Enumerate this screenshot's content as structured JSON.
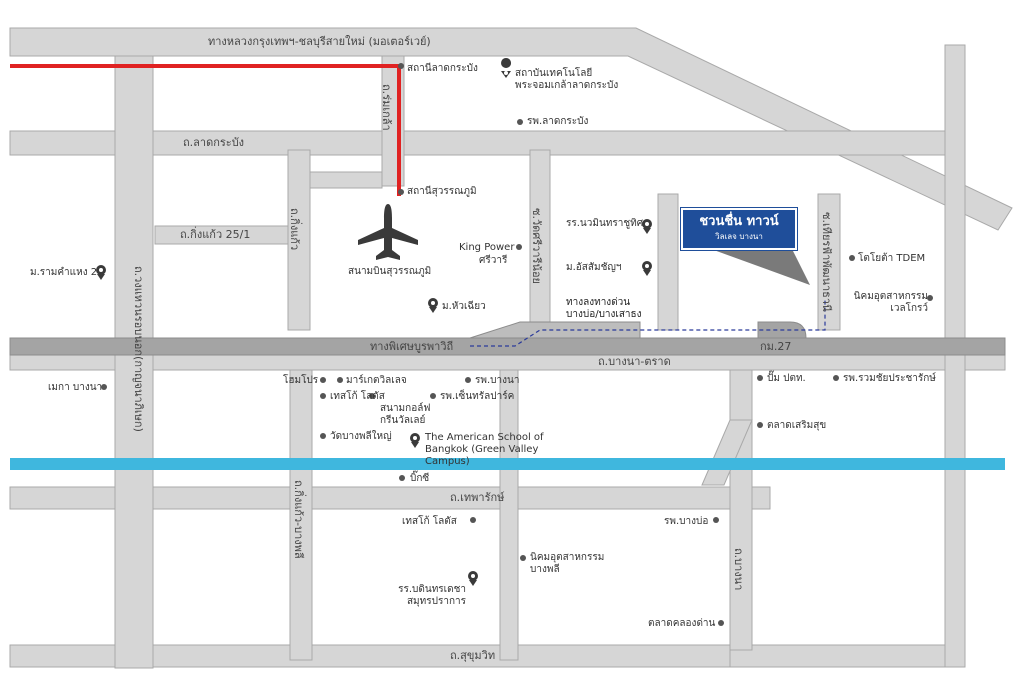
{
  "colors": {
    "road": "#d6d6d6",
    "road_edge": "#a9a9a9",
    "highway": "#a4a4a4",
    "rail_line": "#e02222",
    "canal": "#3fb7de",
    "brand": "#1f4e9a",
    "dashed_route": "#2a3a9a"
  },
  "roads": {
    "motorway": "ทางหลวงกรุงเทพฯ-ชลบุรีสายใหม่ (มอเตอร์เวย์)",
    "lat_krabang": "ถ.ลาดกระบัง",
    "rom_klao": "ถ.ร่มเกล้า",
    "king_kaeo_25_1": "ถ.กิ่งแก้ว 25/1",
    "king_kaeo": "ถ.กิ่งแก้ว",
    "kanchanaphisek": "ถ.วงแหวนรอบนอก(กาญจนาภิเษก)",
    "wat_sri_varee": "ซ.วัดศรีวารีน้อย",
    "expressway_exit": "ทางลงทางด่วน",
    "expressway_exit2": "บางบ่อ/บางเสาธง",
    "burapha_withi": "ทางพิเศษบูรพาวิถี",
    "bangna_trat": "ถ.บางนา-ตราด",
    "km27": "กม.27",
    "thanaphanit": "ซ.เทียรฟ้าพัฒนาธานี",
    "theparak": "ถ.เทพารักษ์",
    "king_kaeo_bangphli": "ถ.กิ่งแก้ว-บางพลี",
    "bang_na": "ถ.บางนา",
    "sukhumvit": "ถ.สุขุมวิท"
  },
  "places": {
    "airport_rail_lat_krabang": "สถานีลาดกระบัง",
    "kmitl": "สถาบันเทคโนโลยีพระจอมเกล้าลาดกระบัง",
    "lat_krabang_hospital": "รพ.ลาดกระบัง",
    "airport_rail_suvarnabhumi": "สถานีสุวรรณภูมิ",
    "suvarnabhumi_airport": "สนามบินสุวรรณภูมิ",
    "king_power": "King Power",
    "srivaree": "ศรีวารี",
    "nawaminthrachuthit_school": "รร.นวมินทราชูทิศ",
    "assumption": "ม.อัสสัมชัญฯ",
    "huachiew": "ม.หัวเฉียว",
    "ramkhamhaeng2": "ม.รามคำแหง 2",
    "toyota_tdem": "โตโยต้า TDEM",
    "wellgrow": "นิคมอุตสาหกรรมเวลโกรว์",
    "mega_bangna": "เมกา บางนา",
    "homepro": "โฮมโปร",
    "market_village": "มาร์เกตวิลเลจ",
    "lotus_1": "เทสโก้ โลตัส",
    "golf": "สนามกอล์ฟกรีนวัลเลย์",
    "bangna_hospital_1": "รพ.บางนา",
    "central_park": "รพ.เซ็นทรัลปาร์ค",
    "american_school": "The American School of Bangkok (Green Valley Campus)",
    "wat_bangphli_yai": "วัดบางพลีใหญ่",
    "ptt": "ปั๊ม ปตท.",
    "ruamchai": "รพ.รวมชัยประชารักษ์",
    "talad_roemsuk": "ตลาดเสริมสุข",
    "big_c": "บิ๊กซี",
    "lotus_2": "เทสโก้ โลตัส",
    "bang_bo_hospital": "รพ.บางบ่อ",
    "bang_phli_estate": "นิคมอุตสาหกรรมบางพลี",
    "bundit_school": "รร.บดินทรเดชา สมุทรปราการ",
    "talad_khlong_dan": "ตลาดคลองด่าน"
  },
  "brand": {
    "name": "ชวนชื่น ทาวน์",
    "sub": "วิลเลจ บางนา"
  }
}
